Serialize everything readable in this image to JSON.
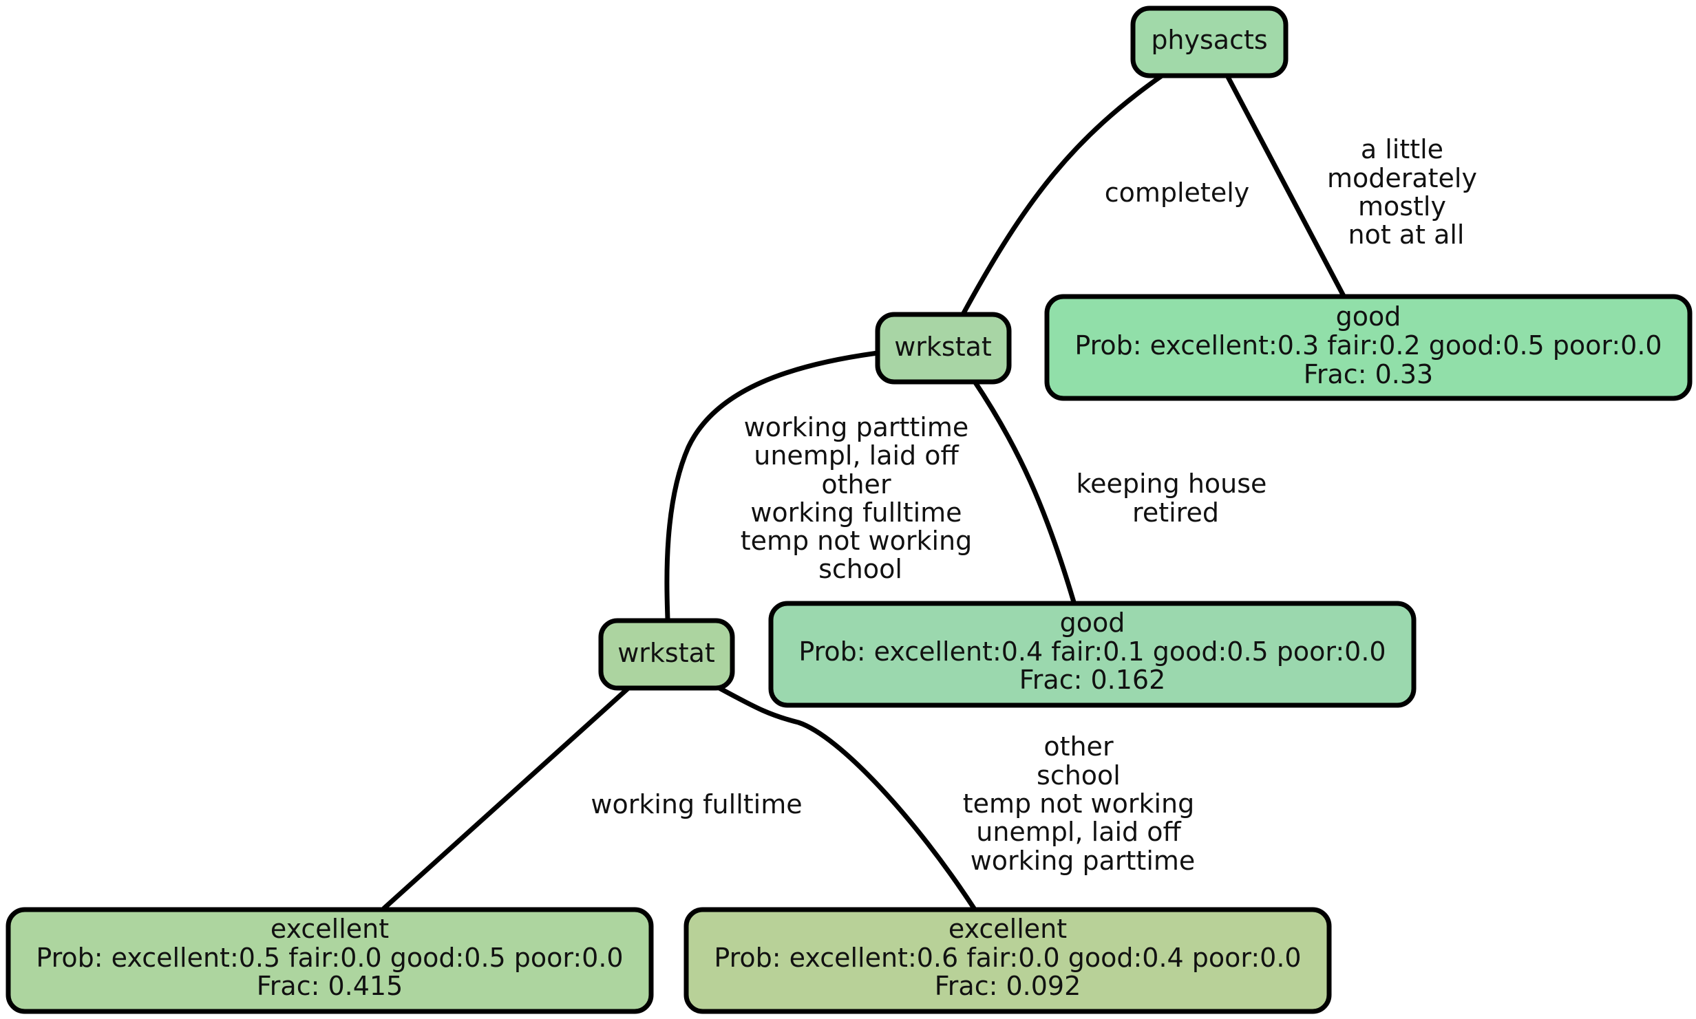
{
  "colors": {
    "root": "#a1d9a9",
    "wrkstat_mid": "#a8d5a5",
    "wrkstat_low": "#acd4a0",
    "leaf_physacts_right": "#91dfa9",
    "leaf_wrkstat_right": "#9bd8ae",
    "leaf_excellent_left": "#add59f",
    "leaf_excellent_right": "#b8d198"
  },
  "nodes": {
    "physacts": {
      "label": "physacts"
    },
    "wrkstat_mid": {
      "label": "wrkstat"
    },
    "wrkstat_low": {
      "label": "wrkstat"
    },
    "leaf_good_1": {
      "title": "good",
      "prob": "Prob: excellent:0.3 fair:0.2 good:0.5 poor:0.0",
      "frac": "Frac: 0.33"
    },
    "leaf_good_2": {
      "title": "good",
      "prob": "Prob: excellent:0.4 fair:0.1 good:0.5 poor:0.0",
      "frac": "Frac: 0.162"
    },
    "leaf_excellent_1": {
      "title": "excellent",
      "prob": "Prob: excellent:0.5 fair:0.0 good:0.5 poor:0.0",
      "frac": "Frac: 0.415"
    },
    "leaf_excellent_2": {
      "title": "excellent",
      "prob": "Prob: excellent:0.6 fair:0.0 good:0.4 poor:0.0",
      "frac": "Frac: 0.092"
    }
  },
  "edges": {
    "physacts_left": [
      "completely"
    ],
    "physacts_right": [
      "a little",
      "moderately",
      "mostly",
      "not at all"
    ],
    "wrkstat_mid_left": [
      "working parttime",
      "unempl, laid off",
      "other",
      "working fulltime",
      "temp not working",
      "school"
    ],
    "wrkstat_mid_right": [
      "keeping house",
      "retired"
    ],
    "wrkstat_low_left": [
      "working fulltime"
    ],
    "wrkstat_low_right": [
      "other",
      "school",
      "temp not working",
      "unempl, laid off",
      "working parttime"
    ]
  }
}
